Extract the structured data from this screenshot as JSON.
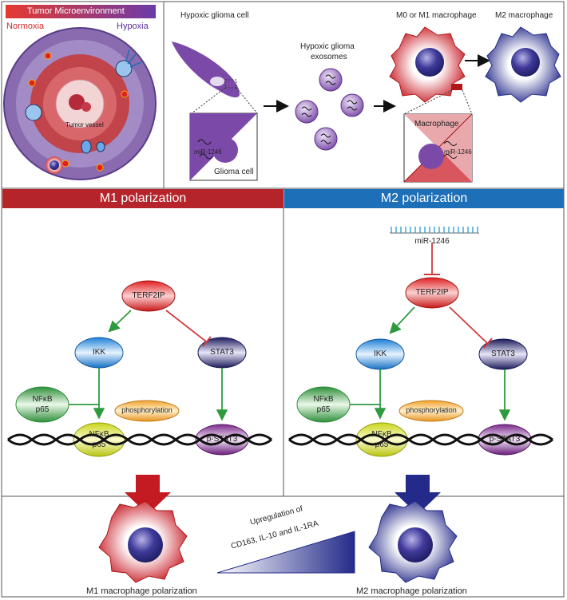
{
  "top_left": {
    "title": "Tumor Microenvironment",
    "normoxia": "Normoxia",
    "hypoxia": "Hypoxia",
    "vessel": "Tumor vessel"
  },
  "top_right": {
    "hypoxic_cell": "Hypoxic glioma cell",
    "exosomes_line1": "Hypoxic glioma",
    "exosomes_line2": "exosomes",
    "m0m1": "M0 or M1 macrophage",
    "m2": "M2 macrophage",
    "glioma_cell": "Glioma cell",
    "mir_left": "miR-1246",
    "macrophage": "Macrophage",
    "mir_right": "miR-1246"
  },
  "m1": {
    "header": "M1 polarization",
    "terf2ip": "TERF2IP",
    "ikk": "IKK",
    "stat3": "STAT3",
    "nfkb_line1": "NFκB",
    "nfkb_line2": "p65",
    "phosphorylation": "phosphorylation",
    "nfkb2_line1": "NFκB",
    "nfkb2_line2": "p65",
    "pstat3": "p-STAT3"
  },
  "m2": {
    "header": "M2 polarization",
    "mir": "miR-1246",
    "terf2ip": "TERF2IP",
    "ikk": "IKK",
    "stat3": "STAT3",
    "nfkb_line1": "NFκB",
    "nfkb_line2": "p65",
    "phosphorylation": "phosphorylation",
    "nfkb2_line1": "NFκB",
    "nfkb2_line2": "p65",
    "pstat3": "p-STAT3"
  },
  "bottom": {
    "m1_caption": "M1 macrophage polarization",
    "m2_caption": "M2 macrophage polarization",
    "upreg_line1": "Upregulation of",
    "upreg_line2": "CD163, IL-10 and IL-1RA"
  },
  "colors": {
    "m1_header": "#b5242a",
    "m2_header": "#1d6fb8",
    "activation_arrow": "#2e9a3e",
    "inhibition": "#d23a3a"
  }
}
